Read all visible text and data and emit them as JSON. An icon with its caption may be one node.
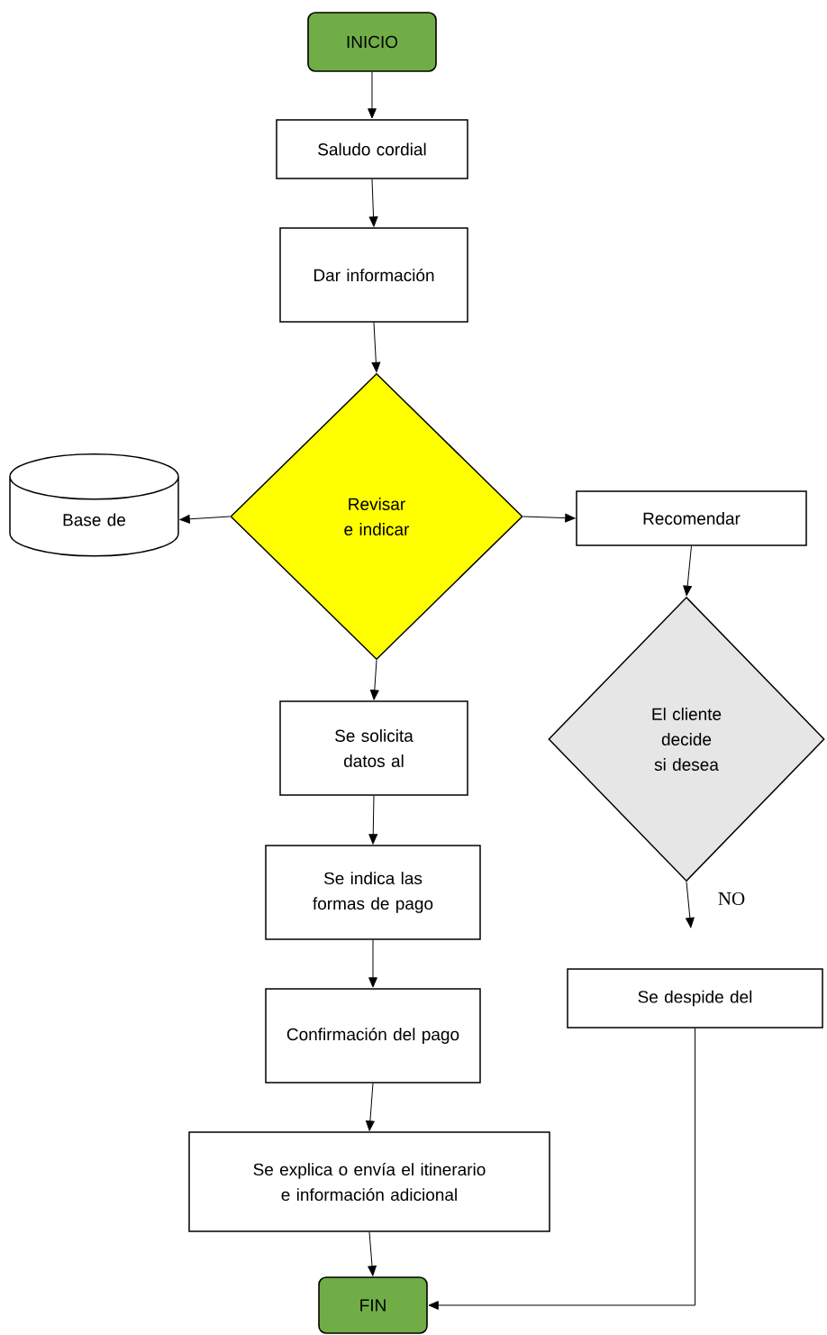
{
  "diagram": {
    "nodes": [
      {
        "text": [
          "INICIO"
        ]
      },
      {
        "text": [
          "Saludo cordial"
        ]
      },
      {
        "text": [
          "Dar información"
        ]
      },
      {
        "text": [
          "Revisar e indicar"
        ]
      },
      {
        "text": [
          "Base de"
        ]
      },
      {
        "text": [
          "Recomendar"
        ]
      },
      {
        "text": [
          "El cliente decide si desea"
        ]
      },
      {
        "text": [
          "Se solicita datos al"
        ]
      },
      {
        "text": [
          "Se indica las formas de pago"
        ]
      },
      {
        "text": [
          "Confirmación del pago"
        ]
      },
      {
        "text": [
          "Se explica o envía el itinerario e información adicional"
        ]
      },
      {
        "text": [
          "Se despide del"
        ]
      },
      {
        "text": [
          "FIN"
        ]
      }
    ],
    "edges": [
      {
        "from": 0,
        "to": 1,
        "arrow": "to"
      },
      {
        "from": 1,
        "to": 2,
        "arrow": "to"
      },
      {
        "from": 2,
        "to": 3,
        "arrow": "to"
      },
      {
        "from": 3,
        "to": 4,
        "arrow": "to"
      },
      {
        "from": 3,
        "to": 5,
        "arrow": "to"
      },
      {
        "from": 5,
        "to": 6,
        "arrow": "to"
      },
      {
        "from": 6,
        "to": null,
        "arrow": "to",
        "label": "NO"
      },
      {
        "from": 3,
        "to": 7,
        "arrow": "to"
      },
      {
        "from": 7,
        "to": 8,
        "arrow": "to"
      },
      {
        "from": 8,
        "to": 9,
        "arrow": "to"
      },
      {
        "from": 9,
        "to": 10,
        "arrow": "to"
      },
      {
        "from": 10,
        "to": 12,
        "arrow": "to"
      },
      {
        "from": 11,
        "to": 12,
        "arrow": "to"
      }
    ]
  }
}
